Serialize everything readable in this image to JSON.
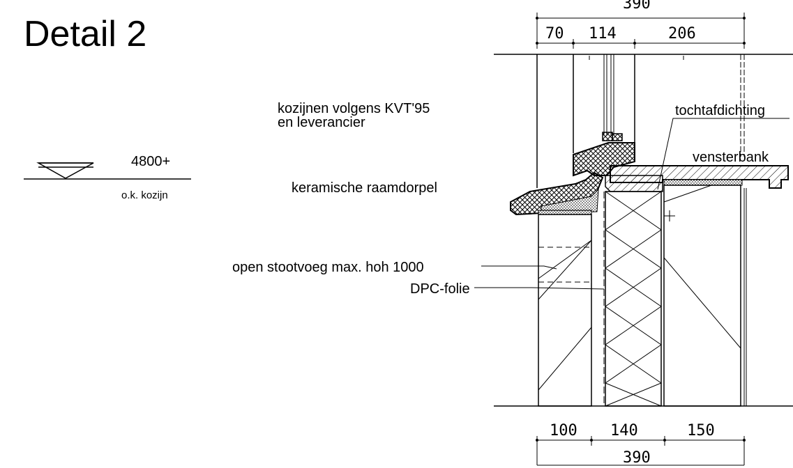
{
  "title": "Detail 2",
  "level": {
    "value": "4800+",
    "caption": "o.k. kozijn"
  },
  "labels": {
    "frames": [
      "kozijnen volgens KVT'95",
      "en leverancier"
    ],
    "sill": "keramische raamdorpel",
    "joint": "open stootvoeg max. hoh 1000",
    "dpc": "DPC-folie",
    "draught": "tochtafdichting",
    "windowboard": "vensterbank"
  },
  "dimensions_top": {
    "total": "390",
    "parts": [
      "70",
      "114",
      "206"
    ]
  },
  "dimensions_bottom": {
    "total": "390",
    "parts": [
      "100",
      "140",
      "150"
    ]
  }
}
